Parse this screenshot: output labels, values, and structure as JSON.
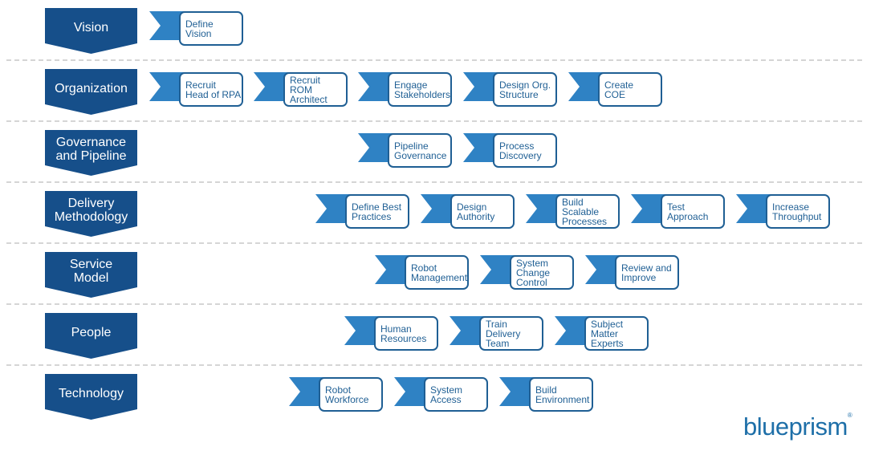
{
  "rows": [
    {
      "category": "Vision",
      "steps": [
        "Define\nVision"
      ]
    },
    {
      "category": "Organization",
      "steps": [
        "Recruit\nHead of RPA",
        "Recruit\nROM\nArchitect",
        "Engage\nStakeholders",
        "Design Org.\nStructure",
        "Create\nCOE"
      ]
    },
    {
      "category": "Governance\nand Pipeline",
      "steps": [
        "Pipeline\nGovernance",
        "Process\nDiscovery"
      ]
    },
    {
      "category": "Delivery\nMethodology",
      "steps": [
        "Define Best\nPractices",
        "Design\nAuthority",
        "Build\nScalable\nProcesses",
        "Test\nApproach",
        "Increase\nThroughput"
      ]
    },
    {
      "category": "Service\nModel",
      "steps": [
        "Robot\nManagement",
        "System\nChange\nControl",
        "Review and\nImprove"
      ]
    },
    {
      "category": "People",
      "steps": [
        "Human\nResources",
        "Train\nDelivery\nTeam",
        "Subject\nMatter\nExperts"
      ]
    },
    {
      "category": "Technology",
      "steps": [
        "Robot\nWorkforce",
        "System\nAccess",
        "Build\nEnvironment"
      ]
    }
  ],
  "brand": {
    "logo_text": "blueprism",
    "reg_mark": "®"
  },
  "colors": {
    "category": "#164f8a",
    "chevron": "#2f82c4",
    "chevron_light": "#dbe9f5",
    "box_border": "#1f5f94"
  }
}
